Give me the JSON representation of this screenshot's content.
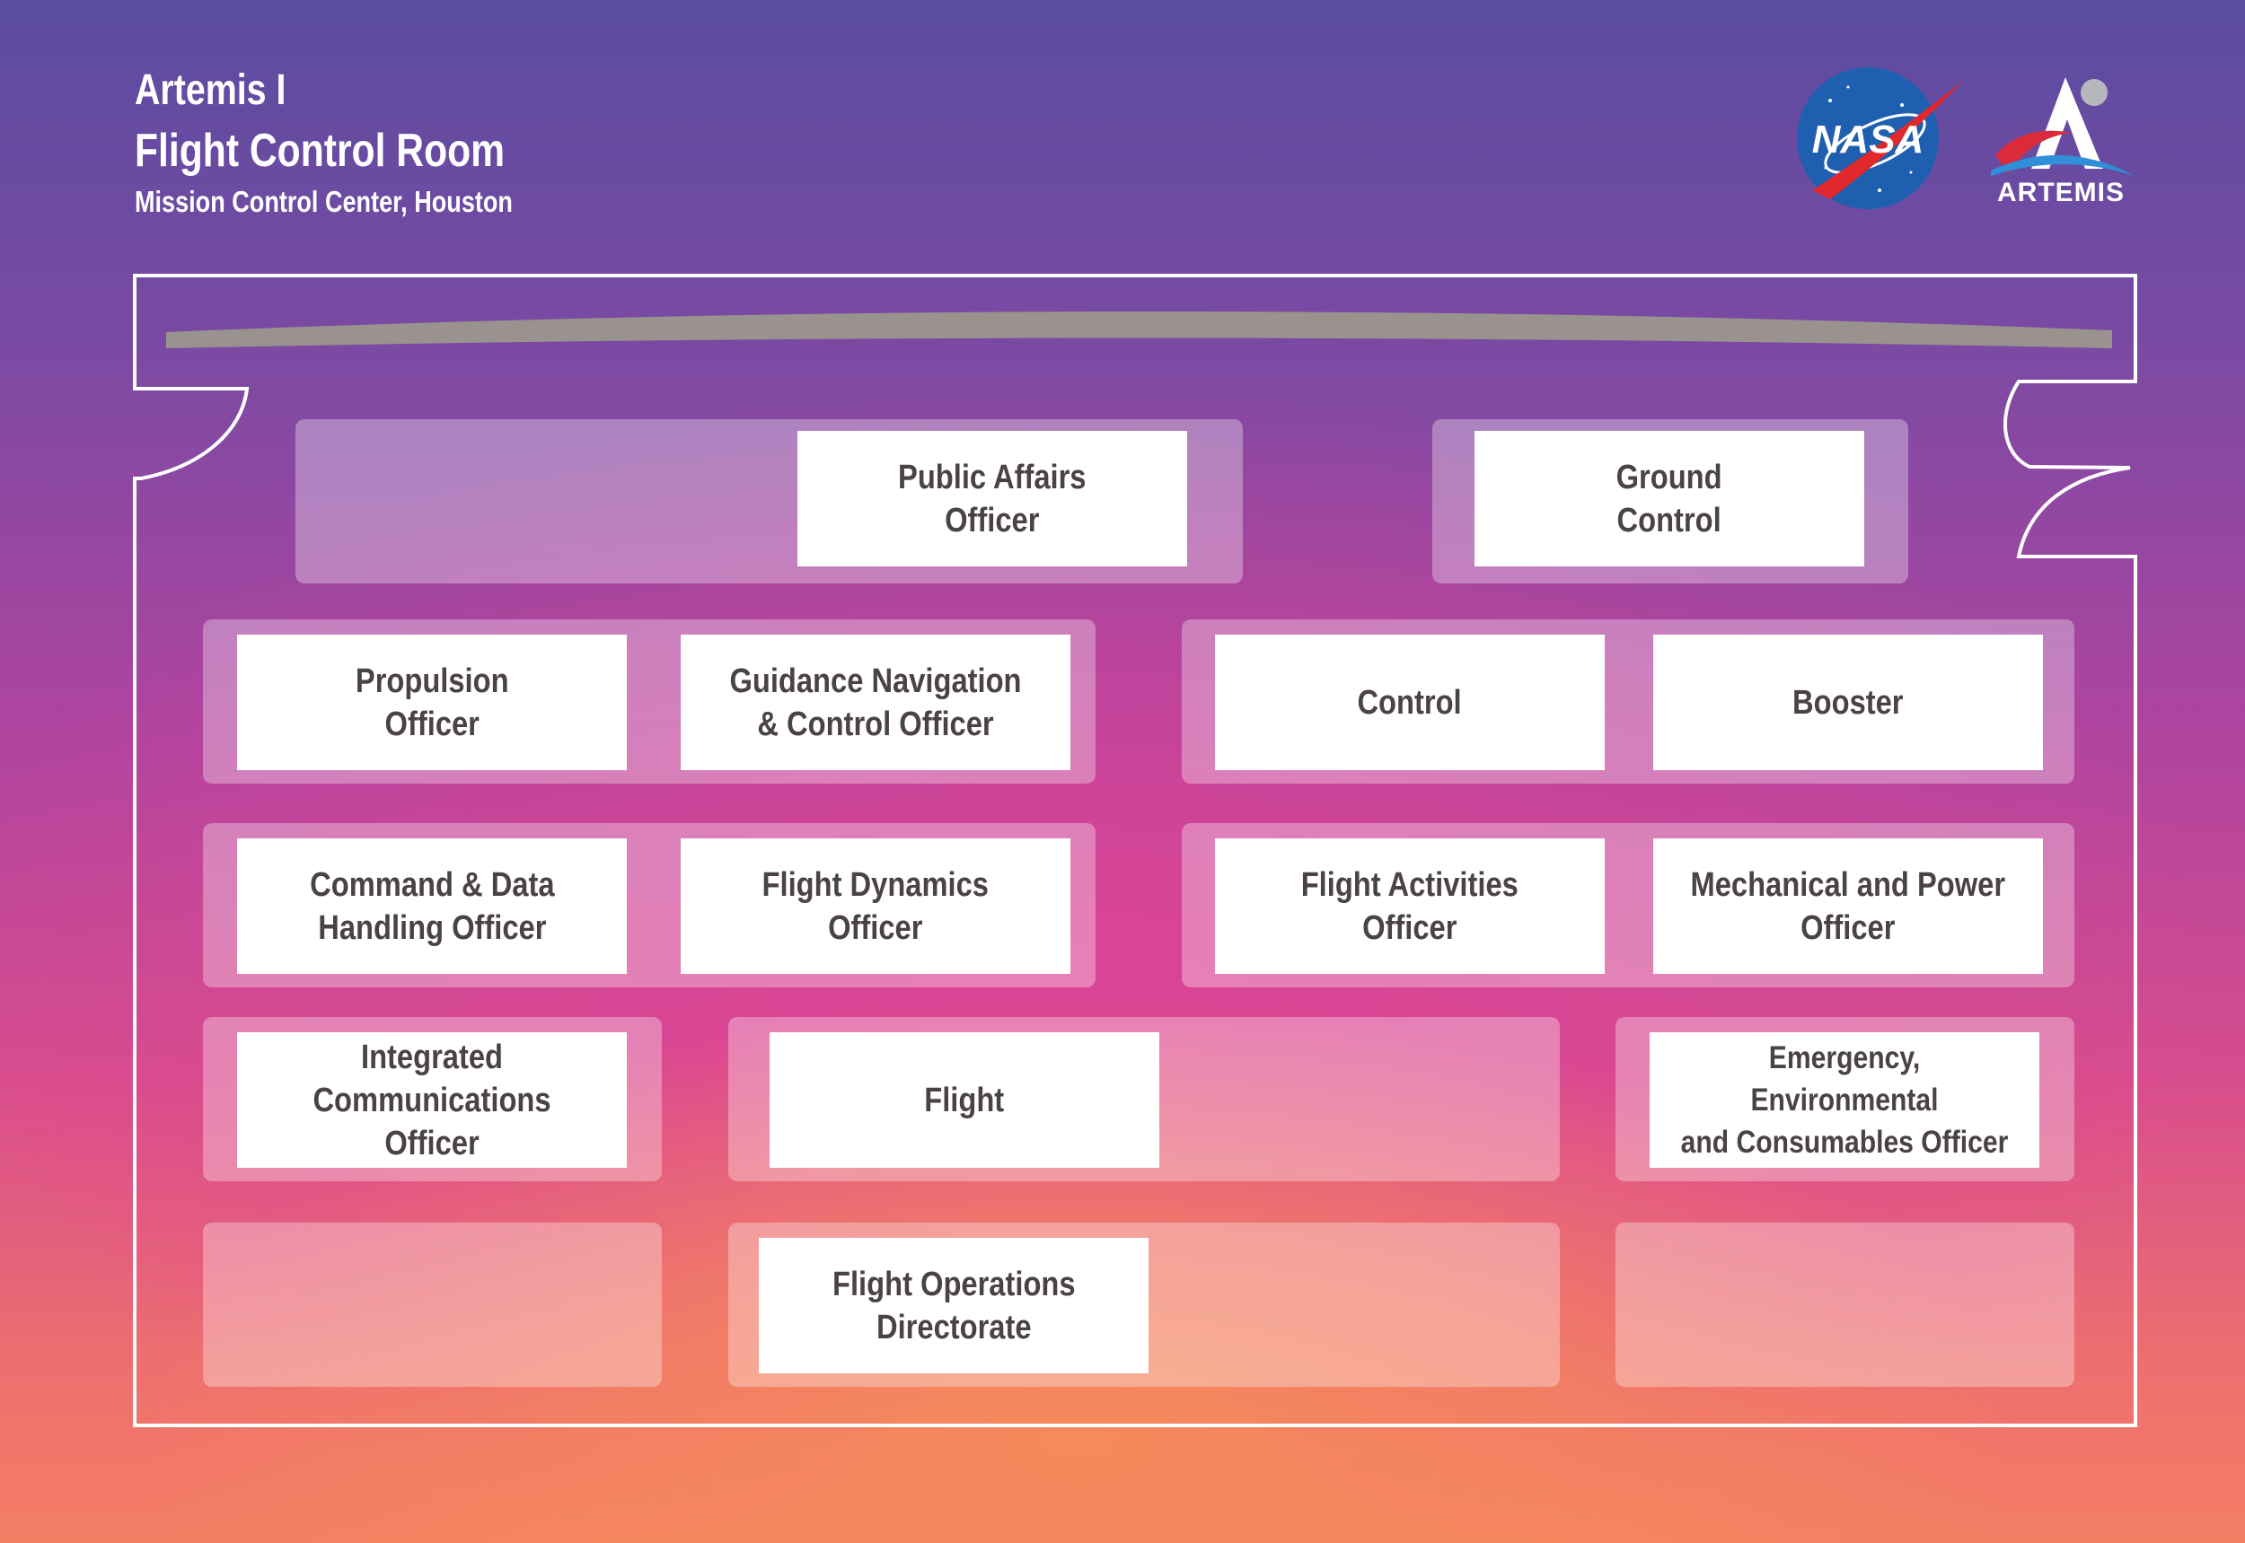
{
  "header": {
    "line1": "Artemis I",
    "line2": "Flight Control Room",
    "line3": "Mission Control Center, Houston"
  },
  "logos": {
    "nasa_text": "NASA",
    "artemis_text": "ARTEMIS"
  },
  "colors": {
    "station_bg": "#ffffff",
    "station_text": "#4a4246",
    "screen_bar": "#9a928e",
    "outline": "#ffffff"
  },
  "stations": {
    "public_affairs": "Public Affairs\nOfficer",
    "ground_control": "Ground\nControl",
    "propulsion": "Propulsion\nOfficer",
    "guidance": "Guidance Navigation\n& Control Officer",
    "control": "Control",
    "booster": "Booster",
    "command_data": "Command & Data\nHandling Officer",
    "flight_dynamics": "Flight Dynamics\nOfficer",
    "flight_activities": "Flight Activities\nOfficer",
    "mechanical_power": "Mechanical and Power\nOfficer",
    "integrated_comm": "Integrated\nCommunications Officer",
    "flight": "Flight",
    "eecom": "Emergency, Environmental\nand Consumables Officer",
    "flight_ops": "Flight Operations\nDirectorate"
  }
}
